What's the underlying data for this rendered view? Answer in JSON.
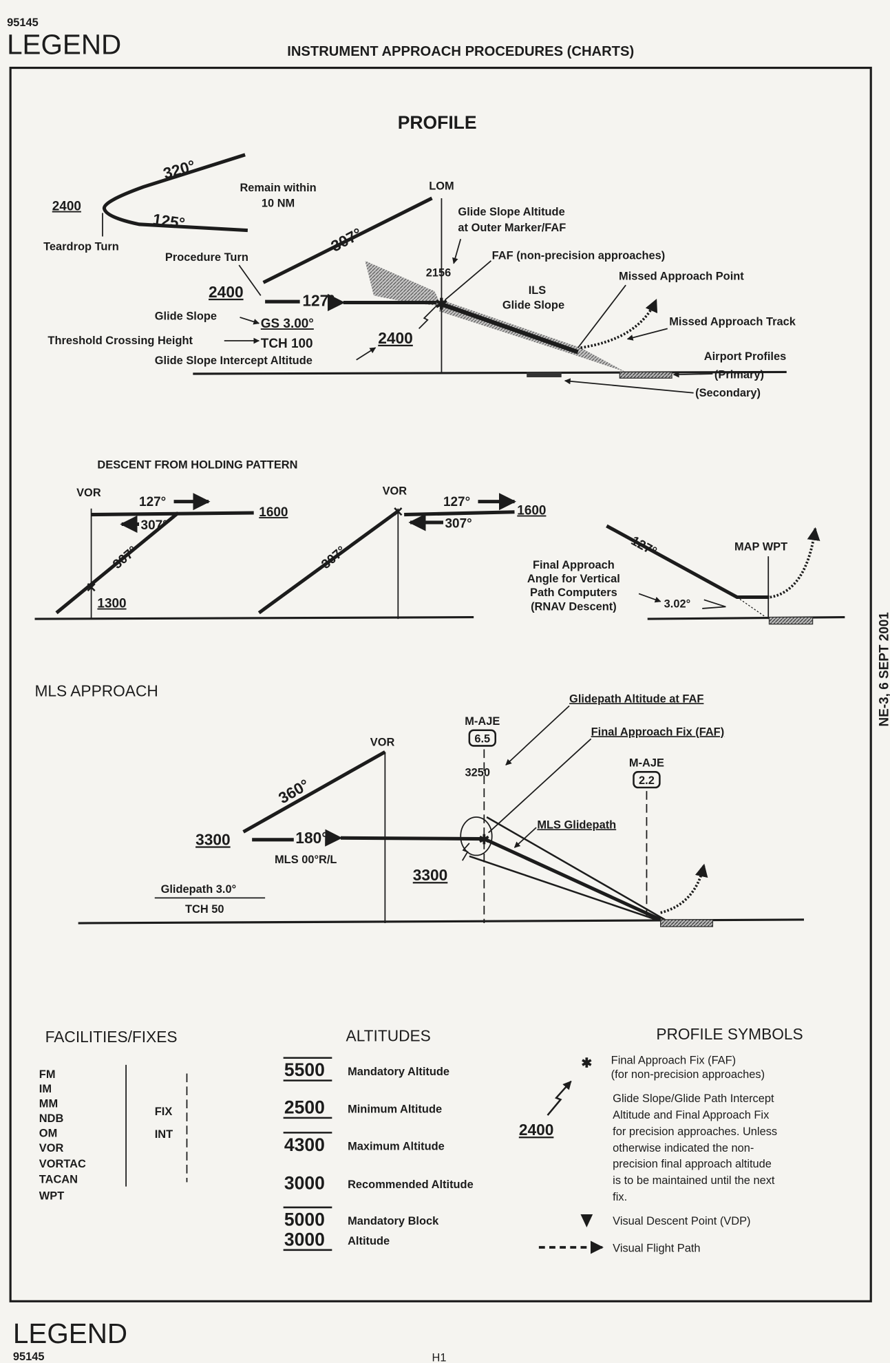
{
  "header": {
    "doc_number": "95145",
    "legend": "LEGEND",
    "title": "INSTRUMENT APPROACH PROCEDURES (CHARTS)"
  },
  "side_note": "NE-3, 6 SEPT 2001",
  "profile": {
    "heading": "PROFILE",
    "teardrop": {
      "altitude": "2400",
      "outbound": "320°",
      "inbound": "125°",
      "remain": "Remain within",
      "distance": "10 NM",
      "label": "Teardrop Turn"
    },
    "procedure_turn": {
      "label": "Procedure Turn",
      "altitude": "2400",
      "outbound": "307°",
      "inbound": "127°",
      "lom": "LOM",
      "gs_alt": "2156"
    },
    "labels": {
      "gs_alt_1": "Glide Slope Altitude",
      "gs_alt_2": "at Outer Marker/FAF",
      "faf": "FAF (non-precision approaches)",
      "ils_1": "ILS",
      "ils_2": "Glide Slope",
      "map": "Missed Approach Point",
      "mat": "Missed Approach Track",
      "airport": "Airport Profiles",
      "primary": "(Primary)",
      "secondary": "(Secondary)",
      "glide_slope": "Glide Slope",
      "gs_value": "GS 3.00°",
      "tch": "Threshold Crossing Height",
      "tch_value": "TCH 100",
      "gsia": "Glide Slope Intercept Altitude",
      "gsia_value": "2400"
    }
  },
  "holding": {
    "heading": "DESCENT FROM HOLDING PATTERN",
    "left": {
      "vor": "VOR",
      "out": "127°",
      "in": "307°",
      "alt": "1600",
      "desc": "307°",
      "low_alt": "1300"
    },
    "middle": {
      "vor": "VOR",
      "out": "127°",
      "in": "307°",
      "alt": "1600",
      "desc": "307°"
    },
    "right": {
      "course": "127°",
      "map": "MAP WPT",
      "l1": "Final Approach",
      "l2": "Angle for Vertical",
      "l3": "Path Computers",
      "l4": "(RNAV Descent)",
      "angle": "3.02°"
    }
  },
  "mls": {
    "heading": "MLS APPROACH",
    "vor": "VOR",
    "course_in": "360°",
    "alt": "3300",
    "course_out": "180°",
    "mls": "MLS 00°R/L",
    "glidepath": "Glidepath 3.0°",
    "tch": "TCH 50",
    "maje1": "M-AJE",
    "maje1_val": "6.5",
    "alt_faf": "3250",
    "maje2": "M-AJE",
    "maje2_val": "2.2",
    "intercept": "3300",
    "gp_alt_faf": "Glidepath Altitude at FAF",
    "faf": "Final Approach Fix (FAF)",
    "mls_gp": "MLS Glidepath"
  },
  "facilities": {
    "heading": "FACILITIES/FIXES",
    "items": [
      "FM",
      "IM",
      "MM",
      "NDB",
      "OM",
      "VOR",
      "VORTAC",
      "TACAN",
      "WPT"
    ],
    "fix": "FIX",
    "int": "INT"
  },
  "altitudes": {
    "heading": "ALTITUDES",
    "items": [
      {
        "value": "5500",
        "label": "Mandatory Altitude"
      },
      {
        "value": "2500",
        "label": "Minimum Altitude"
      },
      {
        "value": "4300",
        "label": "Maximum Altitude"
      },
      {
        "value": "3000",
        "label": "Recommended Altitude"
      },
      {
        "value": "5000",
        "label": "Mandatory Block"
      },
      {
        "value": "3000",
        "label": "Altitude"
      }
    ]
  },
  "profile_symbols": {
    "heading": "PROFILE SYMBOLS",
    "faf_1": "Final Approach Fix (FAF)",
    "faf_2": "(for non-precision approaches)",
    "intercept_alt": "2400",
    "intercept_lines": [
      "Glide Slope/Glide Path Intercept",
      "Altitude and Final Approach Fix",
      "for precision approaches. Unless",
      "otherwise indicated the non-",
      "precision final approach altitude",
      "is to be maintained until the next",
      "fix."
    ],
    "vdp": "Visual Descent Point (VDP)",
    "vfp": "Visual Flight Path"
  },
  "footer": {
    "legend": "LEGEND",
    "doc_number": "95145",
    "page": "H1"
  }
}
